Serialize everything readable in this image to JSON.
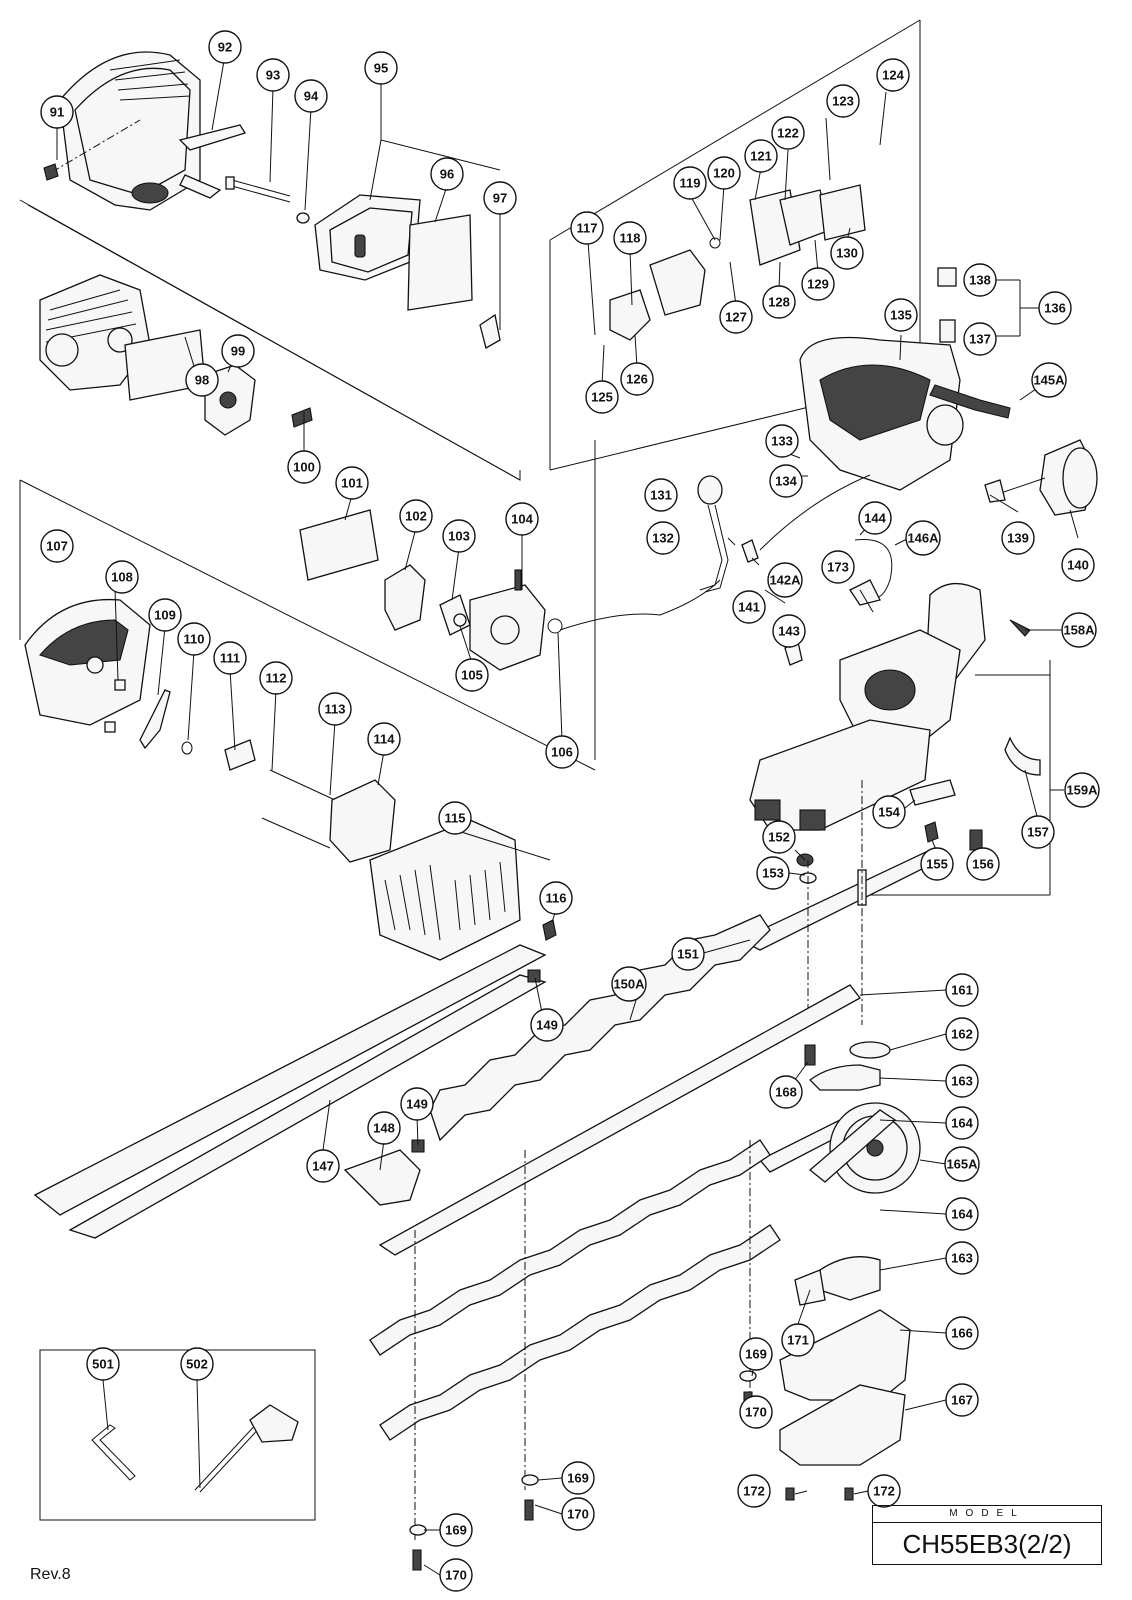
{
  "model_box": {
    "caption": "MODEL",
    "name": "CH55EB3(2/2)"
  },
  "revision": "Rev.8",
  "callouts": [
    "91",
    "92",
    "93",
    "94",
    "95",
    "96",
    "97",
    "98",
    "99",
    "100",
    "101",
    "102",
    "103",
    "104",
    "105",
    "106",
    "107",
    "108",
    "109",
    "110",
    "111",
    "112",
    "113",
    "114",
    "115",
    "116",
    "117",
    "118",
    "119",
    "120",
    "121",
    "122",
    "123",
    "124",
    "125",
    "126",
    "127",
    "128",
    "129",
    "130",
    "131",
    "132",
    "133",
    "134",
    "135",
    "136",
    "137",
    "138",
    "139",
    "140",
    "141",
    "142A",
    "143",
    "144",
    "145A",
    "146A",
    "147",
    "148",
    "149",
    "149",
    "150A",
    "151",
    "152",
    "153",
    "154",
    "155",
    "156",
    "157",
    "158A",
    "159A",
    "161",
    "162",
    "163",
    "163",
    "164",
    "164",
    "165A",
    "166",
    "167",
    "168",
    "169",
    "169",
    "169",
    "170",
    "170",
    "170",
    "171",
    "172",
    "172",
    "173",
    "501",
    "502"
  ]
}
